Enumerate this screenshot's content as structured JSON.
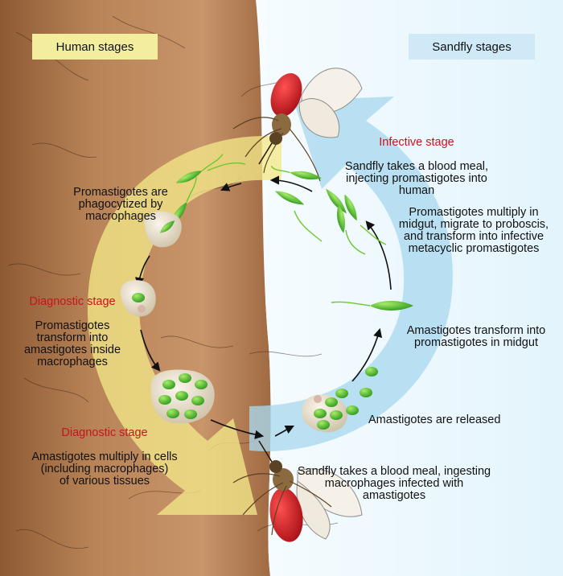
{
  "headers": {
    "human": "Human stages",
    "sandfly": "Sandfly stages"
  },
  "stages": {
    "infective": {
      "title": "Infective stage",
      "text": "Sandfly takes a blood meal,\ninjecting promastigotes into human"
    },
    "phagocytized": {
      "text": "Promastigotes are\nphagocytized by\nmacrophages"
    },
    "diagnostic1": {
      "title": "Diagnostic stage",
      "text": "Promastigotes\ntransform into\namastigotes inside\nmacrophages"
    },
    "diagnostic2": {
      "title": "Diagnostic stage",
      "text": "Amastigotes multiply in cells\n(including macrophages)\nof various tissues"
    },
    "ingest": {
      "text": "Sandfly takes a blood meal, ingesting\nmacrophages infected with\namastigotes"
    },
    "released": {
      "text": "Amastigotes are released"
    },
    "transform_midgut": {
      "text": "Amastigotes transform into\npromastigotes in midgut"
    },
    "multiply_midgut": {
      "text": "Promastigotes multiply in\nmidgut, migrate to proboscis,\nand transform into infective\nmetacyclic promastigotes"
    }
  },
  "colors": {
    "skin": "#b07a4e",
    "skin_dark": "#7a4e2e",
    "sky": "#eaf7fd",
    "yellow_arrow": "#f2e788",
    "blue_arrow": "#a9d8ee",
    "parasite": "#6cc82e",
    "cell": "#ece2cf",
    "stage_red": "#c8141e",
    "mosquito_red": "#d8141e"
  }
}
